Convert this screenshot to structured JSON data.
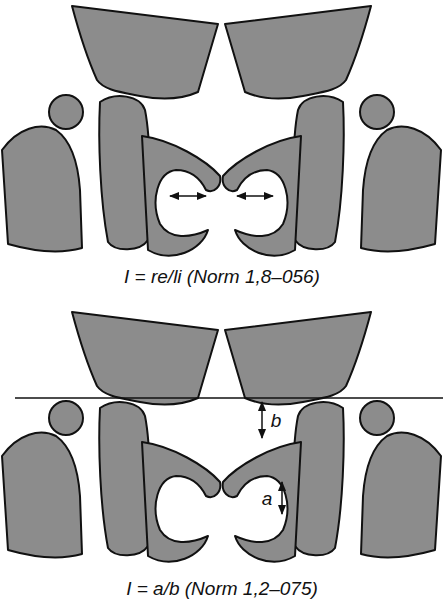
{
  "diagram": {
    "labels": [
      "I = re/li (Norm 1,8–056)",
      "b",
      "a",
      "I = a/b (Norm 1,2–075)"
    ]
  }
}
